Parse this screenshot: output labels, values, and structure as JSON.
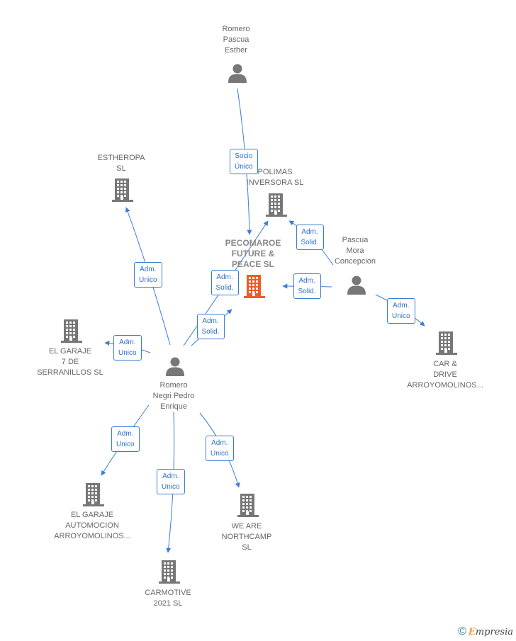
{
  "colors": {
    "edge": "#3a7dd6",
    "node": "#777777",
    "focus": "#f05a28"
  },
  "nodes": [
    {
      "id": "romero-pascua",
      "type": "person",
      "label": "Romero\nPascua\nEsther"
    },
    {
      "id": "estheropa",
      "type": "company",
      "label": "ESTHEROPA\nSL"
    },
    {
      "id": "polimas",
      "type": "company",
      "label": "POLIMAS\nINVERSORA SL"
    },
    {
      "id": "pecomaroe",
      "type": "company",
      "focus": true,
      "label": "PECOMAROE\nFUTURE &\nPEACE  SL"
    },
    {
      "id": "pascua-mora",
      "type": "person",
      "label": "Pascua\nMora\nConcepcion"
    },
    {
      "id": "el-garaje-7",
      "type": "company",
      "label": "EL GARAJE\n7 DE\nSERRANILLOS SL"
    },
    {
      "id": "romero-negri",
      "type": "person",
      "label": "Romero\nNegri Pedro\nEnrique"
    },
    {
      "id": "car-drive",
      "type": "company",
      "label": "CAR &\nDRIVE\nARROYOMOLINOS..."
    },
    {
      "id": "el-garaje-auto",
      "type": "company",
      "label": "EL GARAJE\nAUTOMOCION\nARROYOMOLINOS..."
    },
    {
      "id": "we-are",
      "type": "company",
      "label": "WE ARE\nNORTHCAMP\nSL"
    },
    {
      "id": "carmotive",
      "type": "company",
      "label": "CARMOTIVE\n2021  SL"
    }
  ],
  "edges": [
    {
      "from": "romero-pascua",
      "to": "pecomaroe",
      "label": "Socio\nÚnico"
    },
    {
      "from": "romero-negri",
      "to": "estheropa",
      "label": "Adm.\nUnico"
    },
    {
      "from": "romero-negri",
      "to": "polimas",
      "label": "Adm.\nSolid."
    },
    {
      "from": "romero-negri",
      "to": "pecomaroe",
      "label": "Adm.\nSolid."
    },
    {
      "from": "romero-negri",
      "to": "el-garaje-7",
      "label": "Adm.\nUnico"
    },
    {
      "from": "romero-negri",
      "to": "el-garaje-auto",
      "label": "Adm.\nUnico"
    },
    {
      "from": "romero-negri",
      "to": "carmotive",
      "label": "Adm.\nUnico"
    },
    {
      "from": "romero-negri",
      "to": "we-are",
      "label": "Adm.\nUnico"
    },
    {
      "from": "pascua-mora",
      "to": "polimas",
      "label": "Adm.\nSolid."
    },
    {
      "from": "pascua-mora",
      "to": "pecomaroe",
      "label": "Adm.\nSolid."
    },
    {
      "from": "pascua-mora",
      "to": "car-drive",
      "label": "Adm.\nUnico"
    }
  ],
  "footer": {
    "copyright": "©",
    "brand_initial": "E",
    "brand_rest": "mpresia"
  }
}
